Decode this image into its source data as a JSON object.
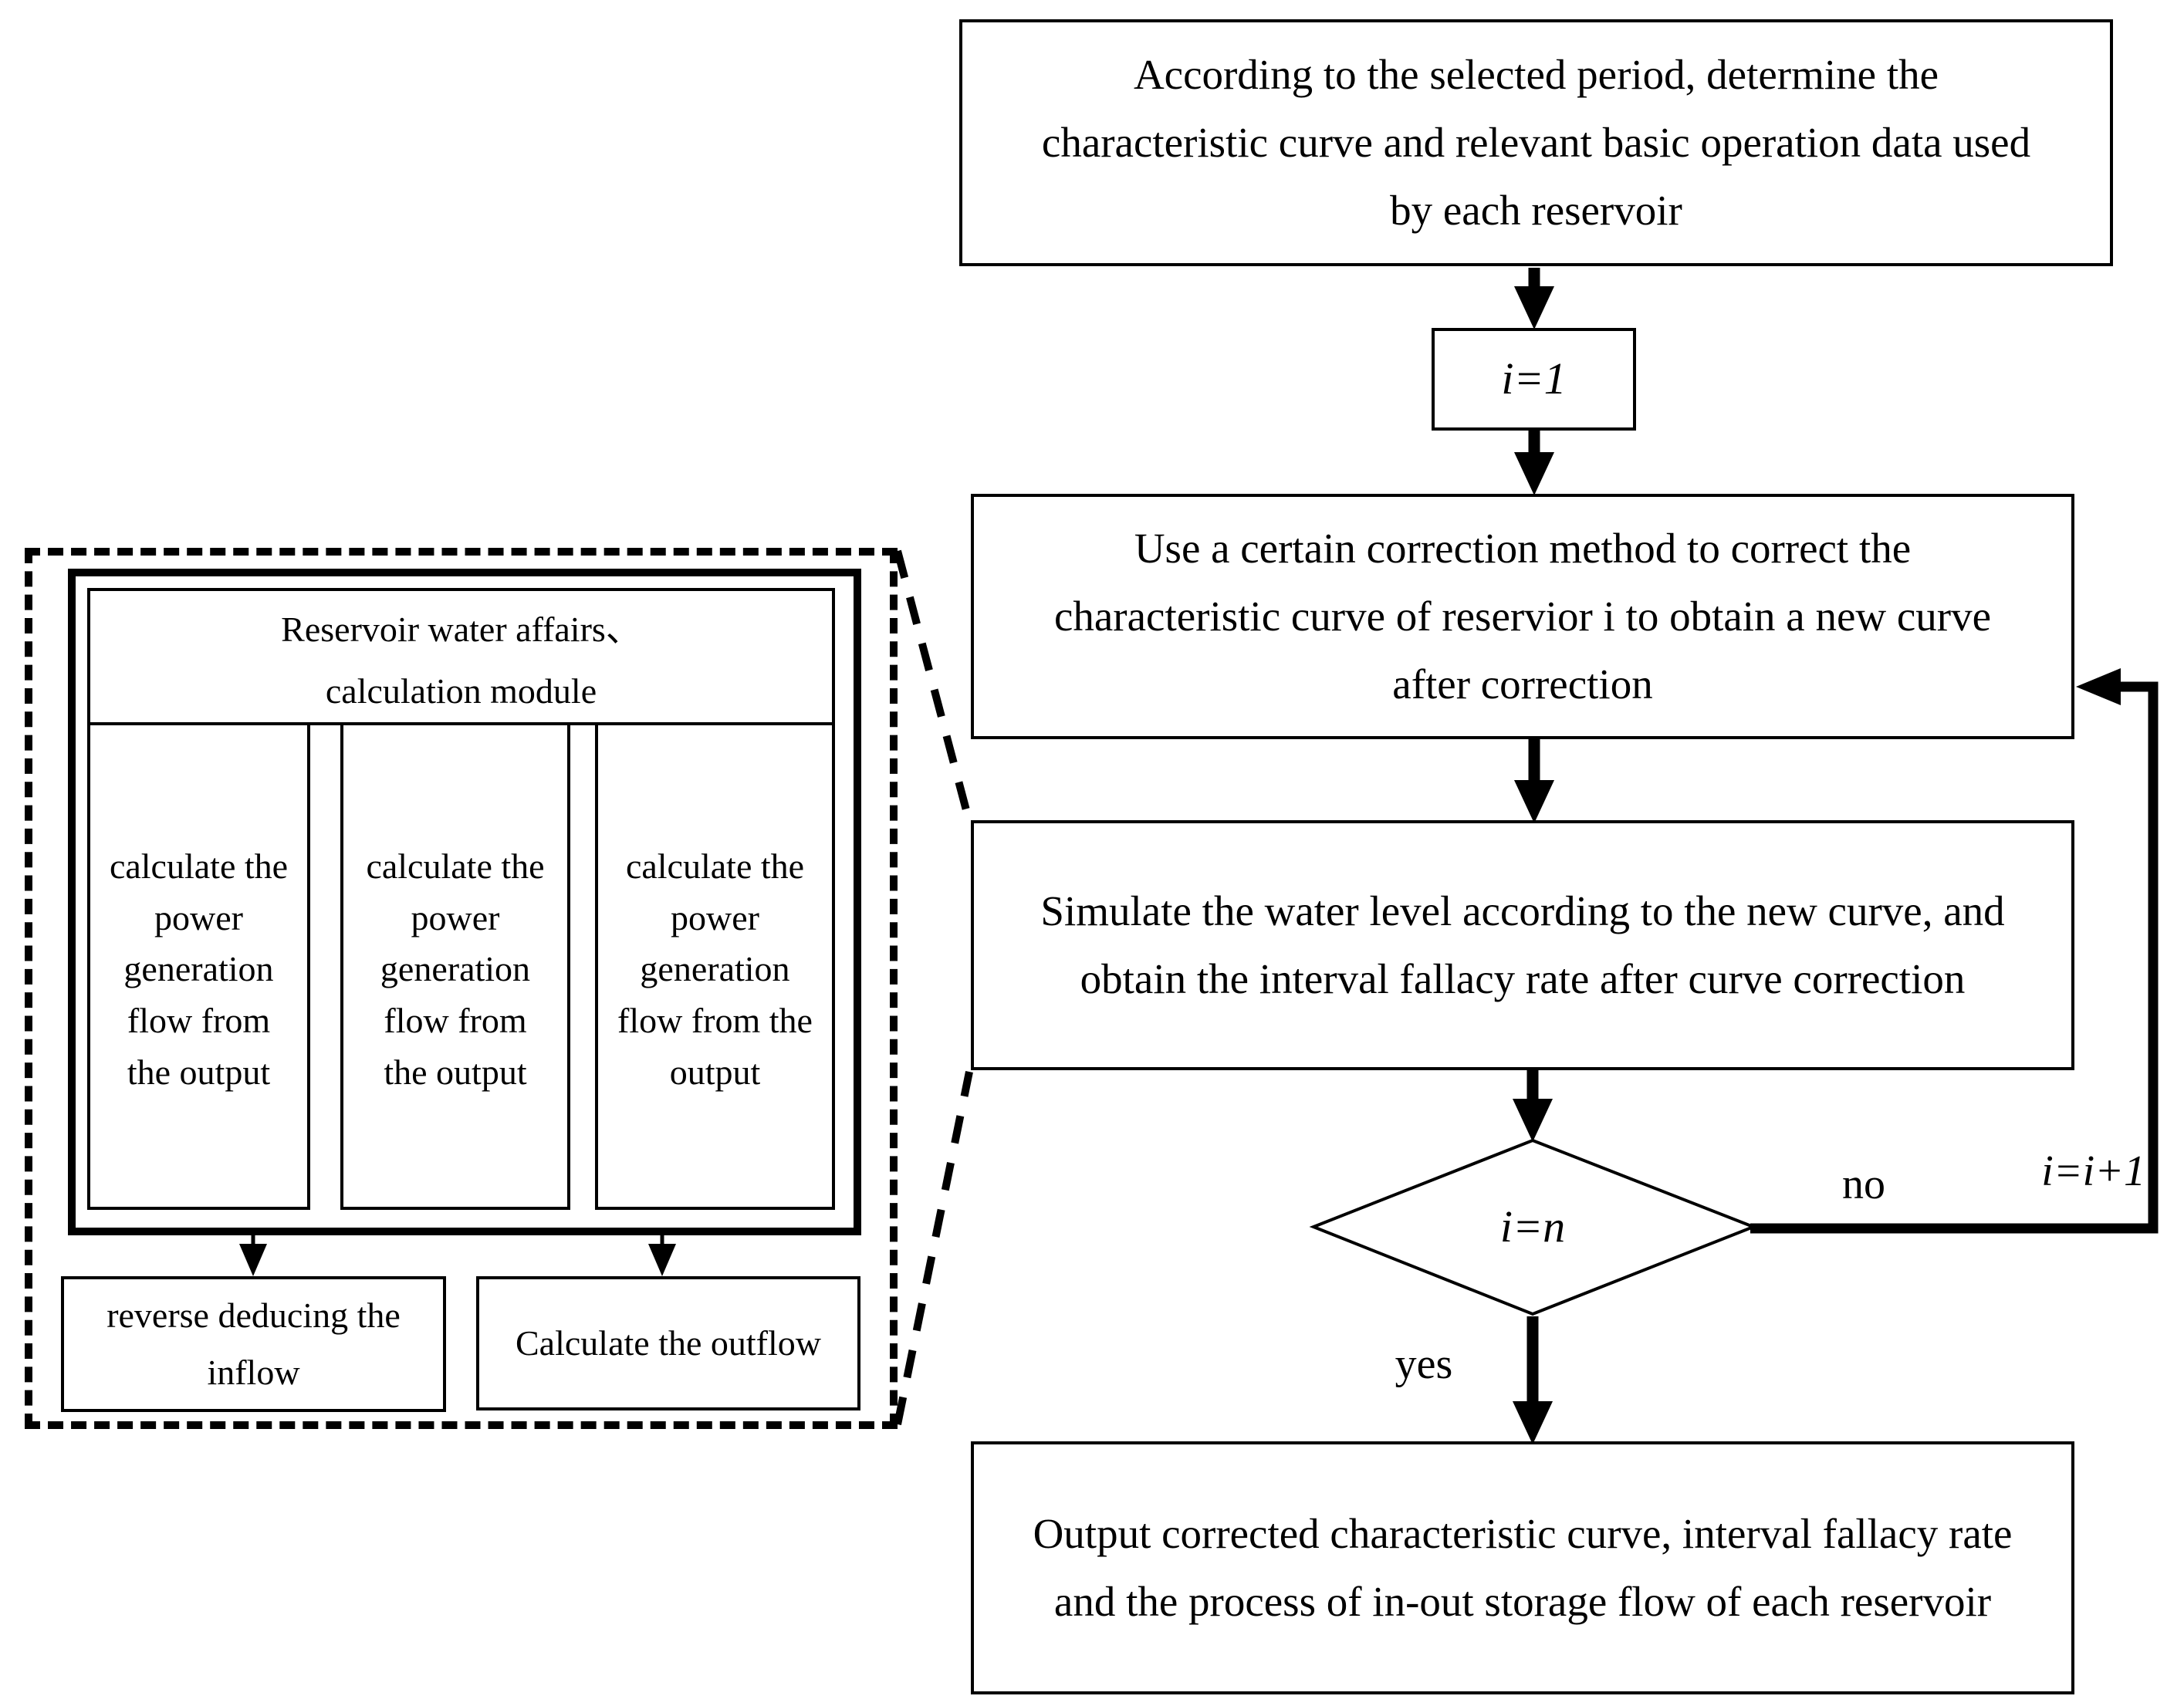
{
  "colors": {
    "ink": "#000000",
    "paper": "#ffffff"
  },
  "flowchart": {
    "steps": {
      "determine": {
        "text": "According to the selected period, determine the characteristic curve and relevant basic operation data used by each reservoir"
      },
      "init": {
        "text": "i=1"
      },
      "correct": {
        "text": "Use a certain correction method to correct the characteristic curve of reservior i to obtain a new curve after correction"
      },
      "simulate": {
        "text": "Simulate the water level according to the new curve, and obtain the interval fallacy rate after curve correction"
      },
      "decision": {
        "text": "i=n"
      },
      "output": {
        "text": "Output corrected characteristic curve, interval fallacy rate and the process of in-out storage flow of each reservoir"
      }
    },
    "labels": {
      "no": "no",
      "yes": "yes",
      "increment": "i=i+1"
    }
  },
  "module": {
    "title_line1": "Reservoir water affairs、",
    "title_line2": "calculation module",
    "columns": [
      {
        "text": "calculate the power generation flow from the output"
      },
      {
        "text": "calculate the power generation flow from the output"
      },
      {
        "text": "calculate the power generation flow from the output"
      }
    ],
    "results": [
      {
        "text": "reverse deducing the inflow"
      },
      {
        "text": "Calculate the outflow"
      }
    ]
  }
}
